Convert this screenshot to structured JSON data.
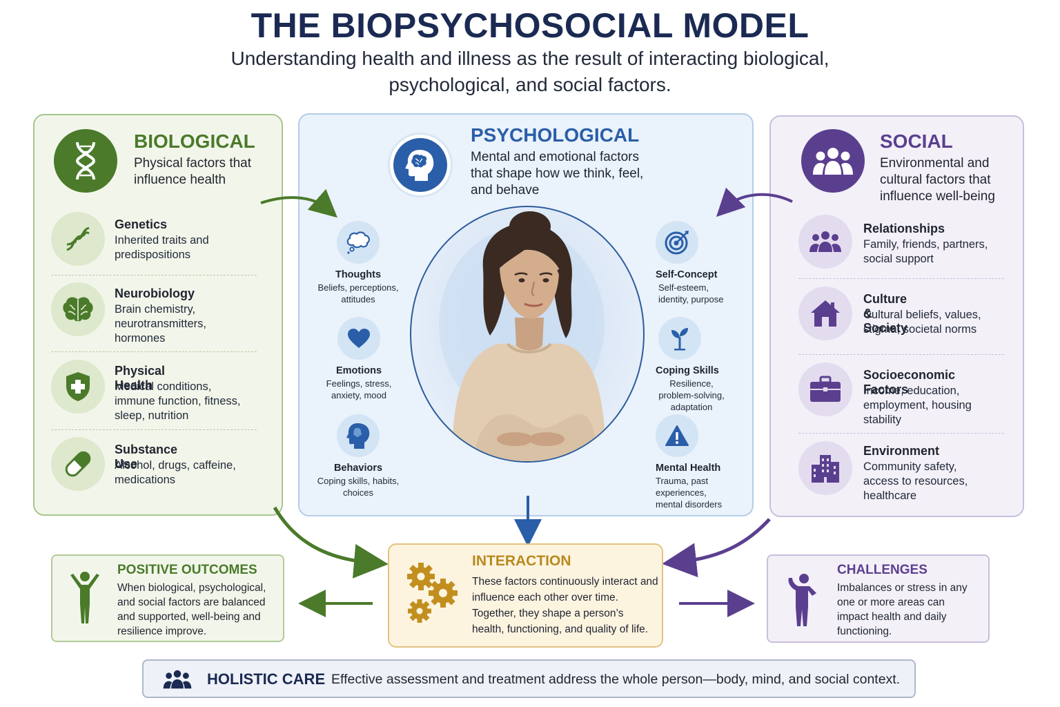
{
  "title": "THE BIOPSYCHOSOCIAL MODEL",
  "subtitle": "Understanding health and illness as the result of interacting biological, psychological, and social factors.",
  "colors": {
    "biological": "#4a7a2a",
    "psychological": "#2a5ea8",
    "social": "#5b3f8f",
    "interaction": "#b88a1e",
    "navy": "#1a2a52"
  },
  "biological": {
    "title": "BIOLOGICAL",
    "description": "Physical factors that influence health",
    "icon": "dna-icon",
    "items": [
      {
        "title": "Genetics",
        "description": "Inherited traits and predispositions",
        "icon": "dna-icon"
      },
      {
        "title": "Neurobiology",
        "description": "Brain chemistry, neurotransmitters, hormones",
        "icon": "brain-icon"
      },
      {
        "title": "Physical Health",
        "description": "Medical conditions, immune function, fitness, sleep, nutrition",
        "icon": "shield-cross-icon"
      },
      {
        "title": "Substance Use",
        "description": "Alcohol, drugs, caffeine, medications",
        "icon": "pill-icon"
      }
    ]
  },
  "psychological": {
    "title": "PSYCHOLOGICAL",
    "description": "Mental and emotional factors that shape how we think, feel, and behave",
    "icon": "head-brain-icon",
    "left_factors": [
      {
        "title": "Thoughts",
        "description": "Beliefs, perceptions, attitudes",
        "icon": "thought-bubble-icon"
      },
      {
        "title": "Emotions",
        "description": "Feelings, stress, anxiety, mood",
        "icon": "heart-icon"
      },
      {
        "title": "Behaviors",
        "description": "Coping skills, habits, choices",
        "icon": "head-icon"
      }
    ],
    "right_factors": [
      {
        "title": "Self-Concept",
        "description": "Self-esteem, identity, purpose",
        "icon": "target-icon"
      },
      {
        "title": "Coping Skills",
        "description": "Resilience, problem-solving, adaptation",
        "icon": "sprout-icon"
      },
      {
        "title": "Mental Health",
        "description": "Trauma, past experiences, mental disorders",
        "icon": "warning-icon"
      }
    ]
  },
  "social": {
    "title": "SOCIAL",
    "description": "Environmental and cultural factors that influence well-being",
    "icon": "group-icon",
    "items": [
      {
        "title": "Relationships",
        "description": "Family, friends, partners, social support",
        "icon": "people-icon"
      },
      {
        "title": "Culture & Society",
        "description": "Cultural beliefs, values, stigma, societal norms",
        "icon": "house-icon"
      },
      {
        "title": "Socioeconomic Factors",
        "description": "Income, education, employment, housing stability",
        "icon": "briefcase-icon"
      },
      {
        "title": "Environment",
        "description": "Community safety, access to resources, healthcare",
        "icon": "buildings-icon"
      }
    ]
  },
  "positive_outcomes": {
    "title": "POSITIVE OUTCOMES",
    "text": "When biological, psychological, and social factors are balanced and supported, well-being and resilience improve.",
    "icon": "person-arms-up-icon"
  },
  "interaction": {
    "title": "INTERACTION",
    "text": "These factors continuously interact and influence each other over time. Together, they shape a person’s health, functioning, and quality of life.",
    "icon": "gears-icon"
  },
  "challenges": {
    "title": "CHALLENGES",
    "text": "Imbalances or stress in any one or more areas can impact health and daily functioning.",
    "icon": "person-stressed-icon"
  },
  "holistic": {
    "title": "HOLISTIC CARE",
    "text": "Effective assessment and treatment address the whole person—body, mind, and social context.",
    "icon": "people-icon"
  }
}
